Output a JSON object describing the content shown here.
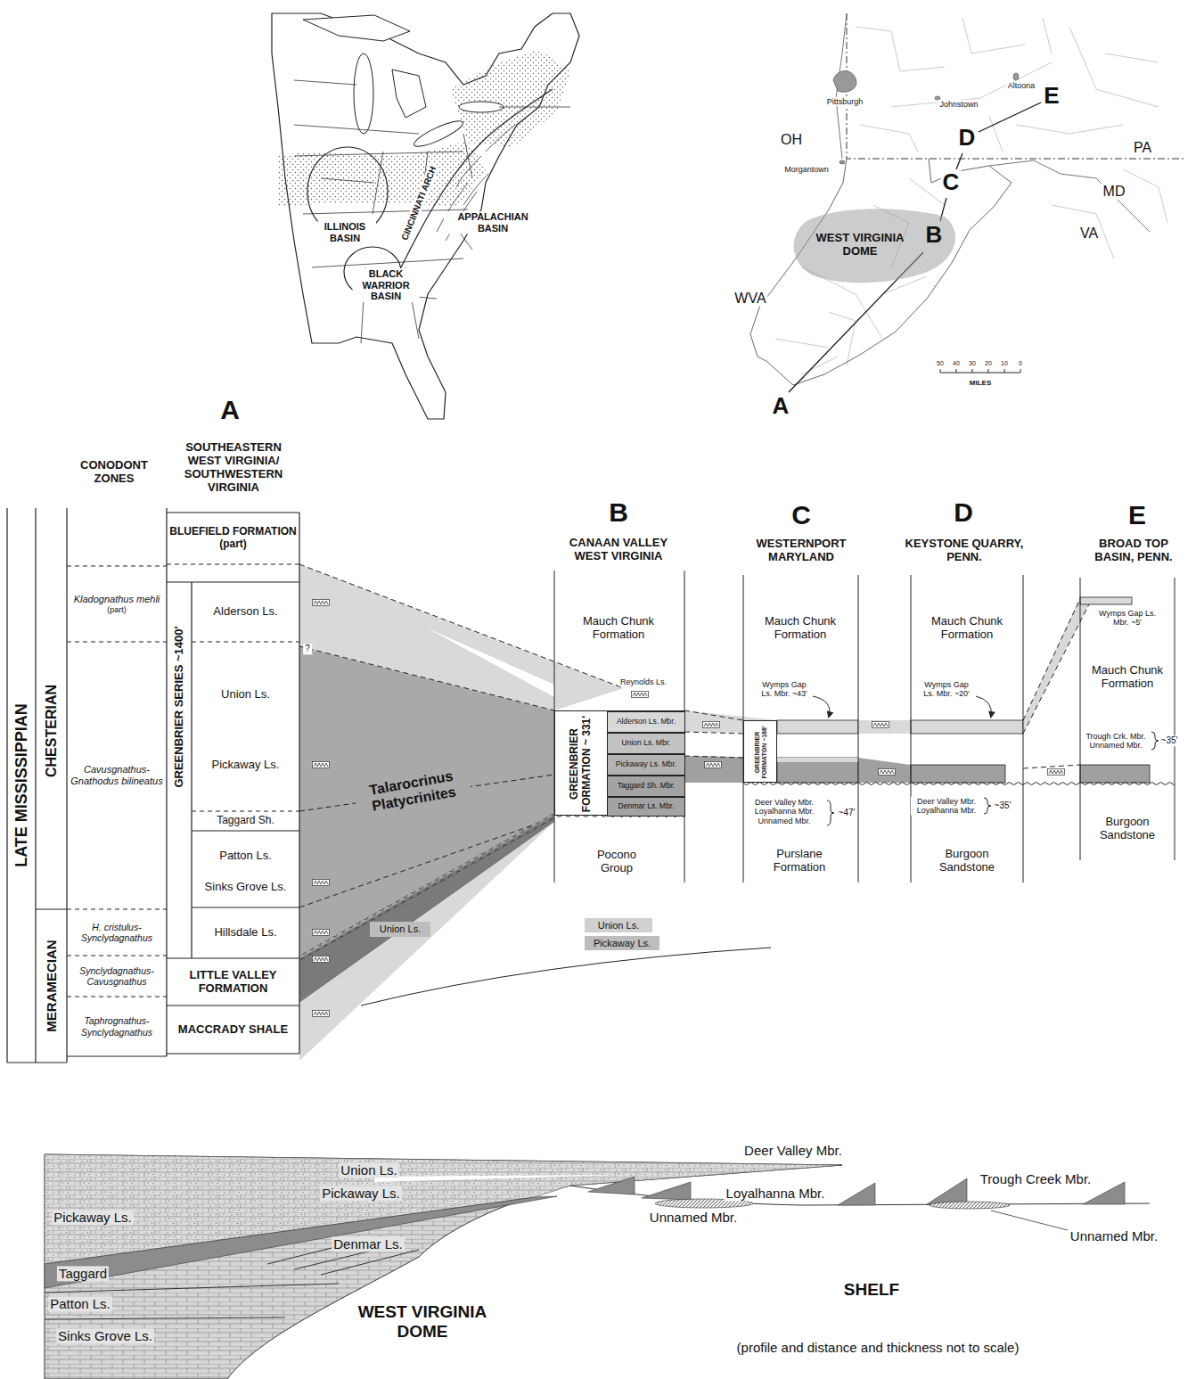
{
  "diagram": {
    "nodes": [
      {
        "text": [
          "WEST VIRGINIA DOME"
        ]
      },
      {
        "text": [
          "LATE MISSISSIPPIAN"
        ]
      },
      {
        "text": [
          "CHESTERIAN"
        ]
      },
      {
        "text": [
          "MERAMECIAN"
        ]
      },
      {
        "text": [
          "Kladognathus mehli",
          "(part)"
        ]
      },
      {
        "text": [
          "Cavusgnathus- Gnathodus bilineatus"
        ]
      },
      {
        "text": [
          "H. cristulus- Synclydagnathus"
        ]
      },
      {
        "text": [
          "Synclydagnathus- Cavusgnathus"
        ]
      },
      {
        "text": [
          "Taphrognathus- Synclydagnathus"
        ]
      },
      {
        "text": [
          "BLUEFIELD FORMATION",
          "(part)"
        ]
      },
      {
        "text": [
          "GREENBRIER SERIES ~1400'"
        ]
      },
      {
        "text": [
          "Alderson Ls."
        ],
        "in": 10
      },
      {
        "text": [
          "Union Ls.",
          "Pickaway Ls."
        ],
        "in": 10
      },
      {
        "text": [
          "Taggard Sh."
        ],
        "in": 10
      },
      {
        "text": [
          "Patton Ls.",
          "Sinks Grove Ls."
        ],
        "in": 10
      },
      {
        "text": [
          "Hillsdale Ls."
        ],
        "in": 10
      },
      {
        "text": [
          "LITTLE VALLEY FORMATION"
        ]
      },
      {
        "text": [
          "MACCRADY SHALE"
        ]
      },
      {
        "text": [
          "GREENBRIER FORMATION ~ 331'"
        ]
      },
      {
        "text": [
          "Alderson Ls. Mbr."
        ],
        "in": 18
      },
      {
        "text": [
          "Union Ls. Mbr."
        ],
        "in": 18
      },
      {
        "text": [
          "Pickaway Ls. Mbr."
        ],
        "in": 18
      },
      {
        "text": [
          "Taggard Sh. Mbr."
        ],
        "in": 18
      },
      {
        "text": [
          "Denmar Ls. Mbr."
        ],
        "in": 18
      },
      {
        "text": [
          "GREENBRIER FORMATON ~168'"
        ]
      },
      {
        "text": [
          "Union Ls."
        ]
      },
      {
        "text": [
          "Union Ls."
        ]
      },
      {
        "text": [
          "Pickaway Ls."
        ]
      }
    ],
    "labels": [
      "ILLINOIS BASIN",
      "CINCINNATI ARCH",
      "APPALACHIAN BASIN",
      "BLACK WARRIOR BASIN",
      "Pittsburgh",
      "Altoona",
      "Johnstown",
      "E",
      "OH",
      "D",
      "PA",
      "Morgantown",
      "C",
      "MD",
      "B",
      "VA",
      "WVA",
      "50",
      "40",
      "30",
      "20",
      "10",
      "0",
      "MILES",
      "A",
      "A",
      "CONODONT ZONES",
      "SOUTHEASTERN WEST VIRGINIA/ SOUTHWESTERN VIRGINIA",
      "B",
      "CANAAN VALLEY WEST VIRGINIA",
      "C",
      "WESTERNPORT MARYLAND",
      "D",
      "KEYSTONE QUARRY, PENN.",
      "E",
      "BROAD TOP BASIN, PENN.",
      "Mauch Chunk Formation",
      "Mauch Chunk Formation",
      "Mauch Chunk Formation",
      "Wymps Gap Ls. Mbr. ~5'",
      "Mauch Chunk Formation",
      "?",
      "Reynolds Ls.",
      "Wymps Gap Ls. Mbr. ~43'",
      "Wymps Gap Ls. Mbr. ~20'",
      "Trough Crk. Mbr. Unnamed Mbr.",
      "~35'",
      "Talarocrinus Platycrinites",
      "Deer Valley Mbr. Loyalhanna Mbr. Unnamed Mbr.",
      "~47'",
      "Deer Valley Mbr. Loyalhanna Mbr.",
      "~35'",
      "Burgoon Sandstone",
      "Pocono Group",
      "Purslane Formation",
      "Burgoon Sandstone",
      "Deer Valley Mbr.",
      "Union Ls.",
      "Trough Creek Mbr.",
      "Pickaway Ls.",
      "Loyalhanna Mbr.",
      "Pickaway Ls.",
      "Unnamed Mbr.",
      "Unnamed Mbr.",
      "Denmar Ls.",
      "Taggard",
      "SHELF",
      "Patton Ls.",
      "WEST VIRGINIA DOME",
      "Sinks Grove Ls.",
      "(profile and distance and thickness not to scale)"
    ]
  }
}
